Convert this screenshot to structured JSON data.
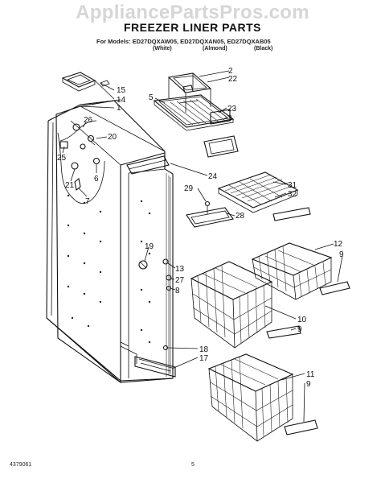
{
  "watermark": "AppliancePartsPros.com",
  "title": "FREEZER LINER PARTS",
  "models_line": "For Models: ED27DQXAW05, ED27DQXAN05, ED27DQXAB05",
  "colors": [
    "(White)",
    "(Almond)",
    "(Black)"
  ],
  "footer": {
    "doc_number": "4379061",
    "page_number": "5"
  },
  "part_labels": {
    "p15": "15",
    "p14": "14",
    "p1": "1",
    "p26": "26",
    "p20": "20",
    "p25": "25",
    "p6": "6",
    "p21": "21",
    "p7": "7",
    "p2": "2",
    "p22": "22",
    "p5": "5",
    "p23": "23",
    "p3": "3",
    "p24": "24",
    "p29": "29",
    "p31": "31",
    "p32": "32",
    "p28": "28",
    "p12": "12",
    "p9a": "9",
    "p19": "19",
    "p13": "13",
    "p27": "27",
    "p8": "8",
    "p10": "10",
    "p9b": "9",
    "p18": "18",
    "p17": "17",
    "p11": "11",
    "p9c": "9"
  }
}
